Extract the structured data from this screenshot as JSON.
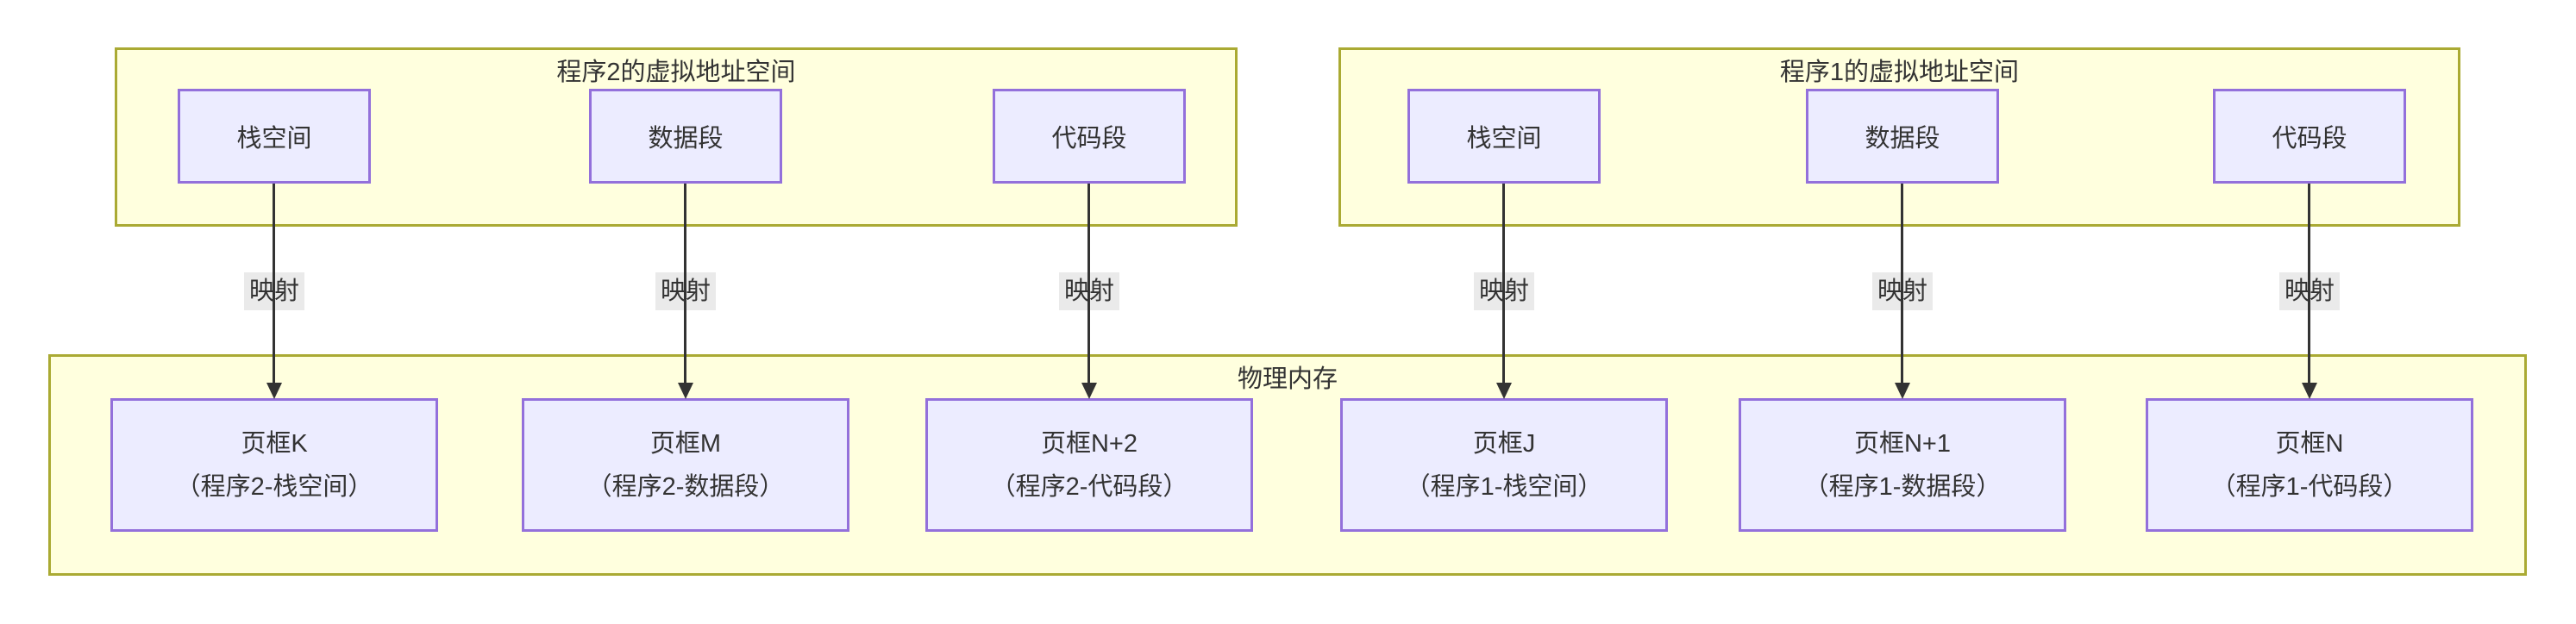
{
  "colors": {
    "canvas_bg": "#ffffff",
    "cluster_fill": "#ffffde",
    "cluster_border": "#aaaa33",
    "node_fill": "#ececff",
    "node_border": "#9370db",
    "text": "#333333",
    "edge_line": "#333333",
    "edge_label_bg": "#e8e8e8"
  },
  "clusters": {
    "program2": {
      "title": "程序2的虚拟地址空间",
      "nodes": [
        {
          "label": "栈空间"
        },
        {
          "label": "数据段"
        },
        {
          "label": "代码段"
        }
      ]
    },
    "program1": {
      "title": "程序1的虚拟地址空间",
      "nodes": [
        {
          "label": "栈空间"
        },
        {
          "label": "数据段"
        },
        {
          "label": "代码段"
        }
      ]
    },
    "memory": {
      "title": "物理内存",
      "frames": [
        {
          "name": "页框K",
          "origin": "（程序2-栈空间）"
        },
        {
          "name": "页框M",
          "origin": "（程序2-数据段）"
        },
        {
          "name": "页框N+2",
          "origin": "（程序2-代码段）"
        },
        {
          "name": "页框J",
          "origin": "（程序1-栈空间）"
        },
        {
          "name": "页框N+1",
          "origin": "（程序1-数据段）"
        },
        {
          "name": "页框N",
          "origin": "（程序1-代码段）"
        }
      ]
    }
  },
  "edges": [
    {
      "label": "映射"
    },
    {
      "label": "映射"
    },
    {
      "label": "映射"
    },
    {
      "label": "映射"
    },
    {
      "label": "映射"
    },
    {
      "label": "映射"
    }
  ]
}
